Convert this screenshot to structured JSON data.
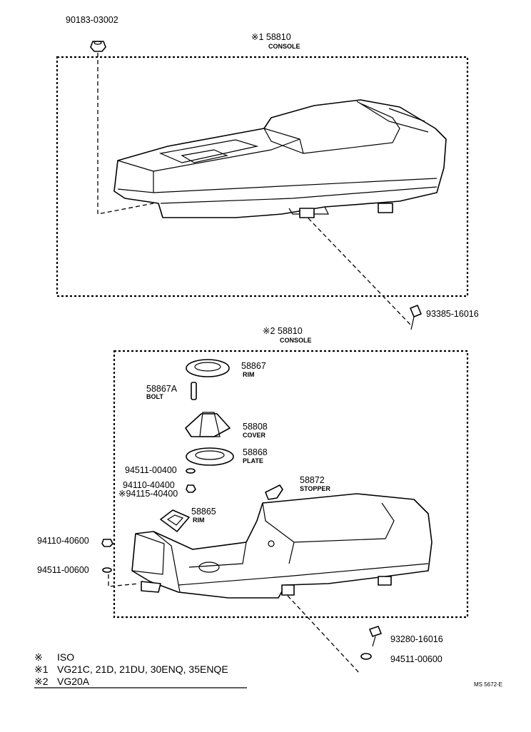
{
  "top": {
    "nut_part": "90183-03002",
    "console_part": "※1 58810",
    "console_name": "CONSOLE",
    "screw_part": "93385-16016"
  },
  "bottom": {
    "console_part": "※2 58810",
    "console_name": "CONSOLE",
    "rim_part": "58867",
    "rim_name": "RIM",
    "bolt_part": "58867A",
    "bolt_name": "BOLT",
    "cover_part": "58808",
    "cover_name": "COVER",
    "plate_part": "58868",
    "plate_name": "PLATE",
    "washer_part": "94511-00400",
    "nut_part": "94110-40400",
    "nut_alt_part": "※94115-40400",
    "stopper_part": "58872",
    "stopper_name": "STOPPER",
    "rim2_part": "58865",
    "rim2_name": "RIM",
    "nut2_part": "94110-40600",
    "washer2_part": "94511-00600",
    "screw_part": "93280-16016",
    "washer3_part": "94511-00600"
  },
  "legend": {
    "iso_mark": "※",
    "iso_text": "ISO",
    "mark1": "※1",
    "text1": "VG21C, 21D, 21DU, 30ENQ, 35ENQE",
    "mark2": "※2",
    "text2": "VG20A"
  },
  "ref_code": "MS 5672-E"
}
